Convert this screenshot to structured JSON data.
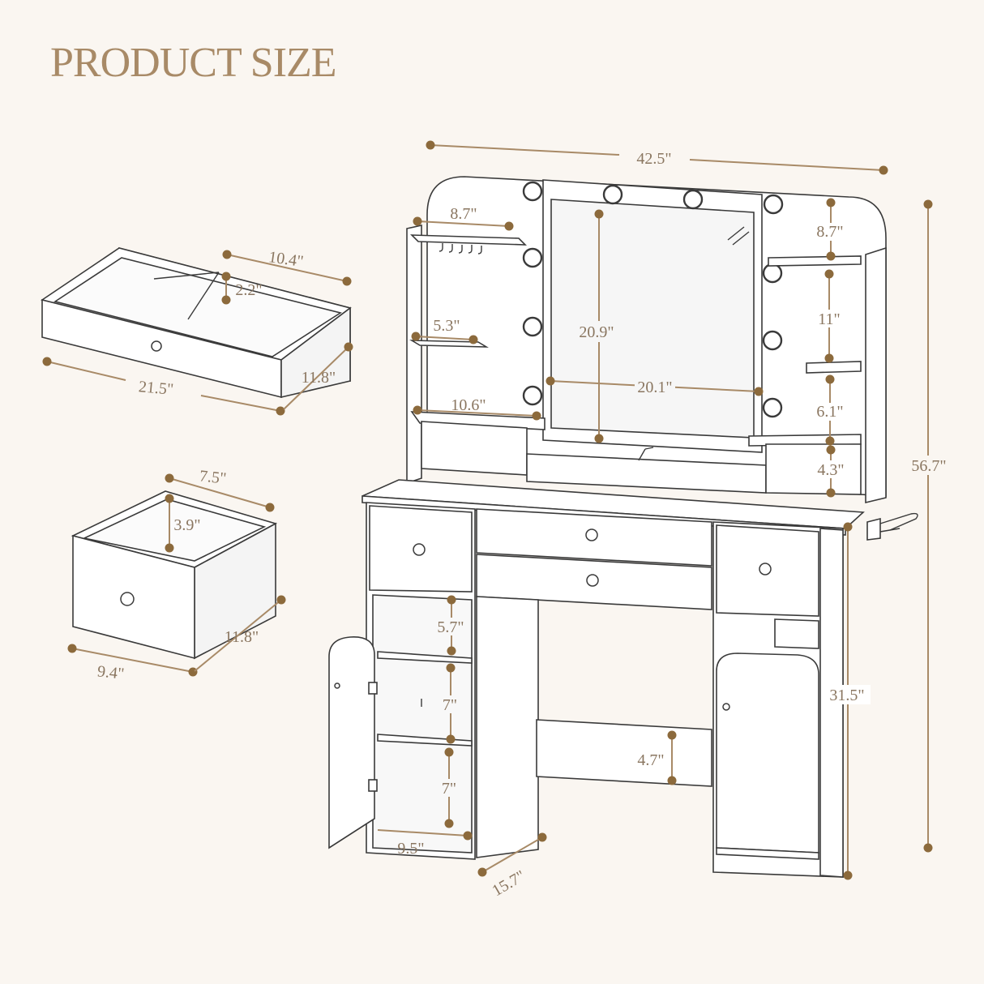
{
  "title": "PRODUCT SIZE",
  "accent_color": "#a88a67",
  "dot_color": "#8c6a3c",
  "dimensions": {
    "overall_width": "42.5\"",
    "overall_height": "56.7\"",
    "table_height": "31.5\"",
    "depth": "15.7\"",
    "mirror_height": "20.9\"",
    "mirror_width": "20.1\"",
    "left_shelf_top": "8.7\"",
    "left_shelf_mid": "5.3\"",
    "left_shelf_bottom": "10.6\"",
    "right_top_gap": "8.7\"",
    "right_shelf_gap_1": "11\"",
    "right_shelf_gap_2": "6.1\"",
    "right_shelf_gap_3": "4.3\"",
    "cabinet_shelf_1": "5.7\"",
    "cabinet_shelf_2": "7\"",
    "cabinet_shelf_3": "7\"",
    "cabinet_width": "9.5\"",
    "footrest_height": "4.7\""
  },
  "large_drawer": {
    "width": "21.5\"",
    "depth": "11.8\"",
    "compartment_width": "10.4\"",
    "height": "2.2\""
  },
  "small_drawer": {
    "width": "9.4\"",
    "depth": "11.8\"",
    "inner_width": "7.5\"",
    "height": "3.9\""
  }
}
